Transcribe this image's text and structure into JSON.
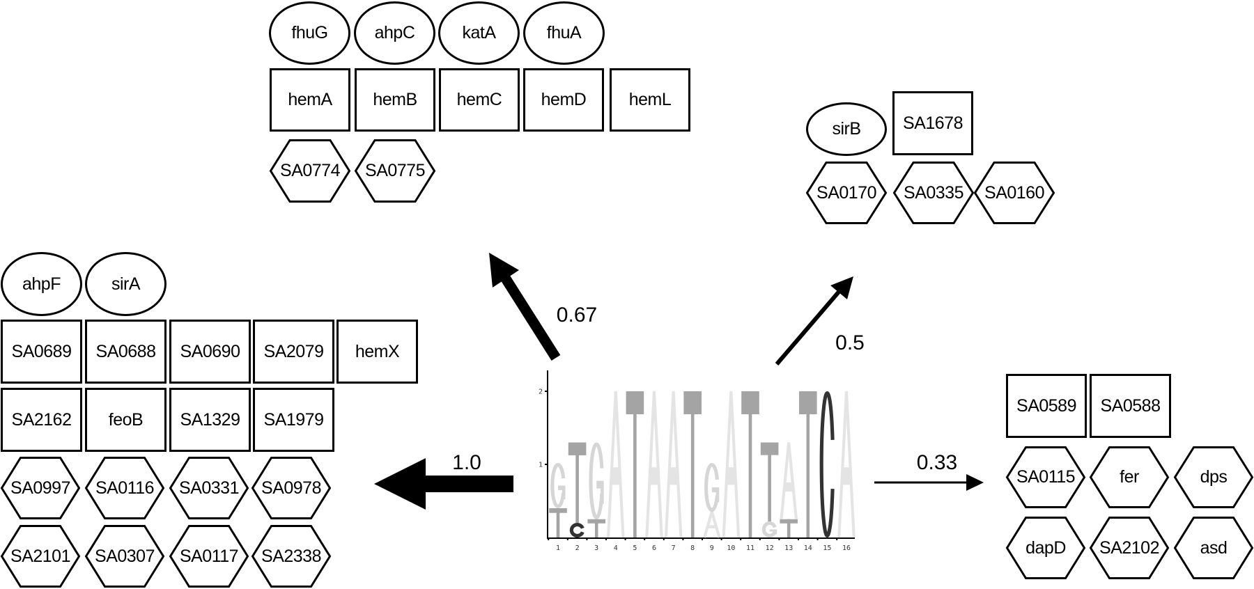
{
  "groups": [
    {
      "id": "top-left",
      "edge_weight": "0.67",
      "rows": [
        {
          "shape": "ellipse",
          "items": [
            "fhuG",
            "ahpC",
            "katA",
            "fhuA"
          ]
        },
        {
          "shape": "box",
          "items": [
            "hemA",
            "hemB",
            "hemC",
            "hemD",
            "hemL"
          ]
        },
        {
          "shape": "hex",
          "items": [
            "SA0774",
            "SA0775"
          ]
        }
      ]
    },
    {
      "id": "top-right",
      "edge_weight": "0.5",
      "rows": [
        {
          "shape": "mixed",
          "items": [
            {
              "shape": "ellipse",
              "label": "sirB"
            },
            {
              "shape": "box",
              "label": "SA1678"
            }
          ]
        },
        {
          "shape": "hex",
          "items": [
            "SA0170",
            "SA0335",
            "SA0160"
          ]
        }
      ]
    },
    {
      "id": "left",
      "edge_weight": "1.0",
      "rows": [
        {
          "shape": "ellipse",
          "items": [
            "ahpF",
            "sirA"
          ]
        },
        {
          "shape": "box",
          "items": [
            "SA0689",
            "SA0688",
            "SA0690",
            "SA2079",
            "hemX"
          ]
        },
        {
          "shape": "box",
          "items": [
            "SA2162",
            "feoB",
            "SA1329",
            "SA1979"
          ]
        },
        {
          "shape": "hex",
          "items": [
            "SA0997",
            "SA0116",
            "SA0331",
            "SA0978"
          ]
        },
        {
          "shape": "hex",
          "items": [
            "SA2101",
            "SA0307",
            "SA0117",
            "SA2338"
          ]
        }
      ]
    },
    {
      "id": "right",
      "edge_weight": "0.33",
      "rows": [
        {
          "shape": "box",
          "items": [
            "SA0589",
            "SA0588"
          ]
        },
        {
          "shape": "hex",
          "items": [
            "SA0115",
            "fer",
            "dps"
          ]
        },
        {
          "shape": "hex",
          "items": [
            "dapD",
            "SA2102",
            "asd"
          ]
        }
      ]
    }
  ],
  "edges": {
    "top_left": {
      "label": "0.67"
    },
    "top_right": {
      "label": "0.5"
    },
    "left": {
      "label": "1.0"
    },
    "right": {
      "label": "0.33"
    }
  },
  "sequence_logo": {
    "y_ticks": [
      "1",
      "2"
    ],
    "y_max_bits": 2,
    "positions": [
      "1",
      "2",
      "3",
      "4",
      "5",
      "6",
      "7",
      "8",
      "9",
      "10",
      "11",
      "12",
      "13",
      "14",
      "15",
      "16"
    ],
    "letter_colors": {
      "A": "#e4e4e4",
      "G": "#d6d6d6",
      "T": "#a4a4a4",
      "C": "#333333"
    },
    "stacks": [
      [
        [
          "T",
          0.4
        ],
        [
          "G",
          0.62
        ]
      ],
      [
        [
          "C",
          0.2
        ],
        [
          "T",
          1.1
        ]
      ],
      [
        [
          "T",
          0.25
        ],
        [
          "G",
          1.05
        ]
      ],
      [
        [
          "A",
          2.0
        ]
      ],
      [
        [
          "T",
          2.0
        ]
      ],
      [
        [
          "A",
          2.0
        ]
      ],
      [
        [
          "A",
          2.0
        ]
      ],
      [
        [
          "T",
          2.0
        ]
      ],
      [
        [
          "A",
          0.35
        ],
        [
          "G",
          0.67
        ]
      ],
      [
        [
          "A",
          2.0
        ]
      ],
      [
        [
          "T",
          2.0
        ]
      ],
      [
        [
          "G",
          0.22
        ],
        [
          "T",
          1.08
        ]
      ],
      [
        [
          "T",
          0.25
        ],
        [
          "A",
          1.05
        ]
      ],
      [
        [
          "T",
          2.0
        ]
      ],
      [
        [
          "C",
          2.0
        ]
      ],
      [
        [
          "A",
          2.0
        ]
      ]
    ]
  }
}
